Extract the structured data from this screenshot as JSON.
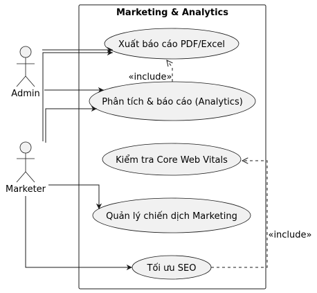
{
  "system": {
    "title": "Marketing & Analytics"
  },
  "actors": {
    "admin": {
      "name": "Admin"
    },
    "marketer": {
      "name": "Marketer"
    }
  },
  "use_cases": {
    "export": "Xuất báo cáo PDF/Excel",
    "analytics": "Phân tích & báo cáo (Analytics)",
    "cwv": "Kiểm tra Core Web Vitals",
    "campaign": "Quản lý chiến dịch Marketing",
    "seo": "Tối ưu SEO"
  },
  "relations": {
    "include_analytics_export": "«include»",
    "include_seo_cwv": "«include»"
  }
}
